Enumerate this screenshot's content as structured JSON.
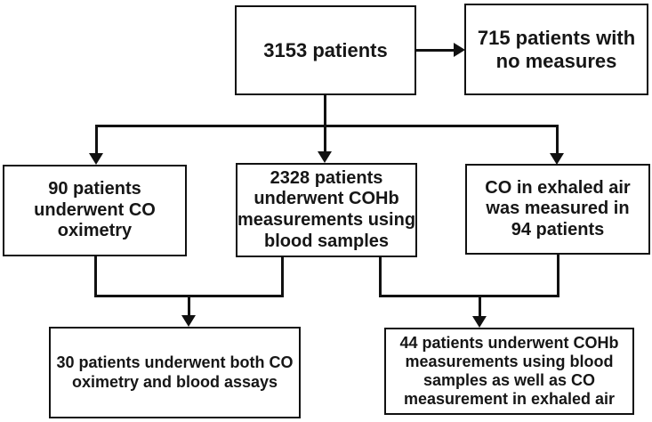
{
  "figure": {
    "background_color": "#ffffff",
    "line_color": "#111111",
    "text_color": "#161616",
    "nodes": {
      "total": {
        "label": "3153 patients",
        "lines": [
          "3153 patients"
        ]
      },
      "no_measures": {
        "label": "715 patients with no measures",
        "lines": [
          "715 patients with",
          "no measures"
        ]
      },
      "oximetry": {
        "label": "90 patients underwent CO oximetry",
        "lines": [
          "90 patients",
          "underwent CO",
          "oximetry"
        ]
      },
      "cohb": {
        "label": "2328 patients underwent COHb measurements using blood samples",
        "lines": [
          "2328 patients",
          "underwent COHb",
          "measurements using",
          "blood samples"
        ]
      },
      "exhaled": {
        "label": "CO in exhaled air was measured in 94 patients",
        "lines": [
          "CO in exhaled air",
          "was measured in",
          "94 patients"
        ]
      },
      "both": {
        "label": "30 patients underwent both CO oximetry and blood assays",
        "lines": [
          "30 patients underwent both CO",
          "oximetry and blood assays"
        ]
      },
      "combo": {
        "label": "44 patients underwent COHb measurements using blood samples as well as CO measurement in exhaled air",
        "lines": [
          "44 patients underwent COHb",
          "measurements using blood",
          "samples as well as CO",
          "measurement in exhaled air"
        ]
      }
    }
  }
}
